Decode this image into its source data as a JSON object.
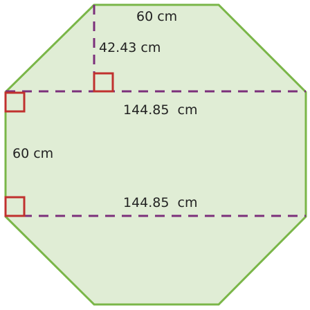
{
  "labels": {
    "top_side": "60 cm",
    "height_marker": "42.43 cm",
    "upper_width": "144.85  cm",
    "left_side": "60 cm",
    "lower_width": "144.85  cm"
  },
  "colors": {
    "fill": "#e0edd5",
    "outline": "#7ab648",
    "dash": "#7b2f7b",
    "right_angle": "#c0312e",
    "text": "#222222"
  }
}
